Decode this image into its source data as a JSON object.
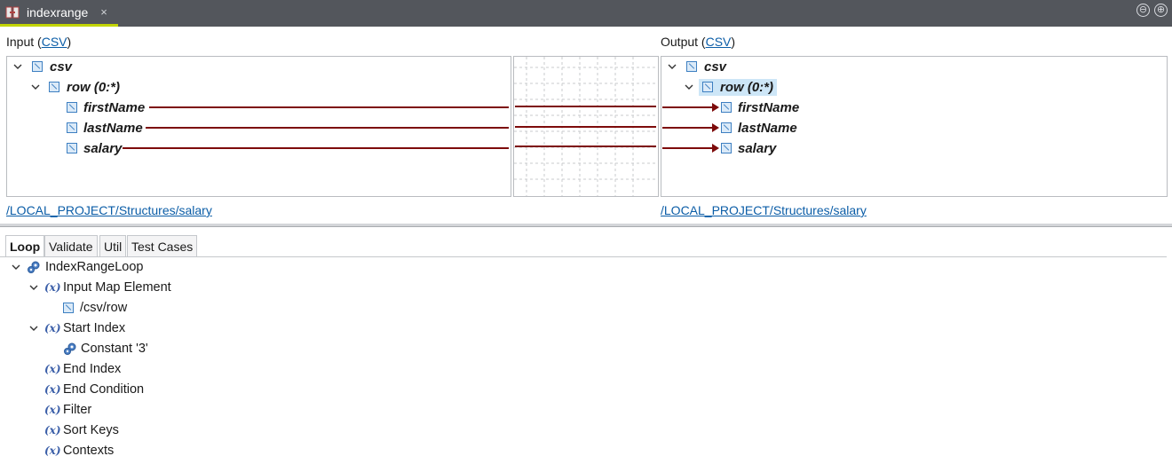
{
  "tab": {
    "title": "indexrange",
    "close": "×"
  },
  "window_buttons": {
    "minimize": "⊖",
    "maximize": "⊕"
  },
  "input": {
    "label": "Input (",
    "format": "CSV",
    "label_end": ")",
    "root": "csv",
    "row": "row (0:*)",
    "fields": [
      "firstName",
      "lastName",
      "salary"
    ],
    "structure_link": "/LOCAL_PROJECT/Structures/salary"
  },
  "output": {
    "label": "Output (",
    "format": "CSV",
    "label_end": ")",
    "root": "csv",
    "row": "row (0:*)",
    "fields": [
      "firstName",
      "lastName",
      "salary"
    ],
    "structure_link": "/LOCAL_PROJECT/Structures/salary"
  },
  "bottom_tabs": [
    "Loop",
    "Validate",
    "Util",
    "Test Cases"
  ],
  "loop_tree": {
    "root": "IndexRangeLoop",
    "input_map_element": "Input Map Element",
    "input_path": "/csv/row",
    "start_index": "Start Index",
    "constant": "Constant '3'",
    "end_index": "End Index",
    "end_condition": "End Condition",
    "filter": "Filter",
    "sort_keys": "Sort Keys",
    "contexts": "Contexts"
  },
  "colors": {
    "accent": "#c2d400",
    "mapping_line": "#7d0b0b",
    "link": "#0b5da7",
    "selected": "#cde6f7"
  }
}
